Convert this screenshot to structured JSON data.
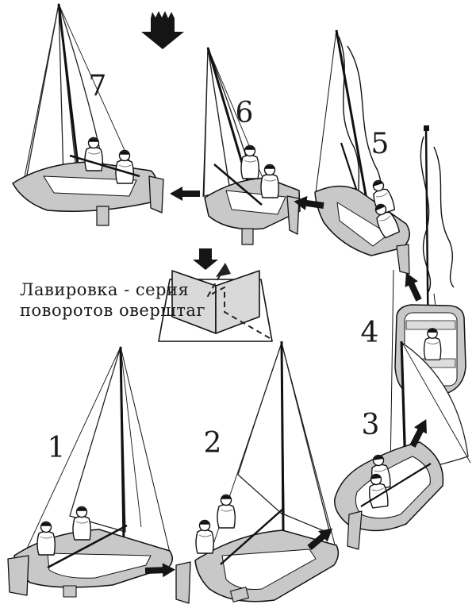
{
  "figure": {
    "caption": {
      "line1": "Лавировка - серия",
      "line2": "поворотов оверштаг"
    },
    "steps": [
      {
        "label": "1"
      },
      {
        "label": "2"
      },
      {
        "label": "3"
      },
      {
        "label": "4"
      },
      {
        "label": "5"
      },
      {
        "label": "6"
      },
      {
        "label": "7"
      }
    ],
    "colors": {
      "hull_gray": "#c8c8c8",
      "wedge_gray": "#d9d9d9",
      "line_black": "#151515",
      "background": "#ffffff"
    }
  }
}
